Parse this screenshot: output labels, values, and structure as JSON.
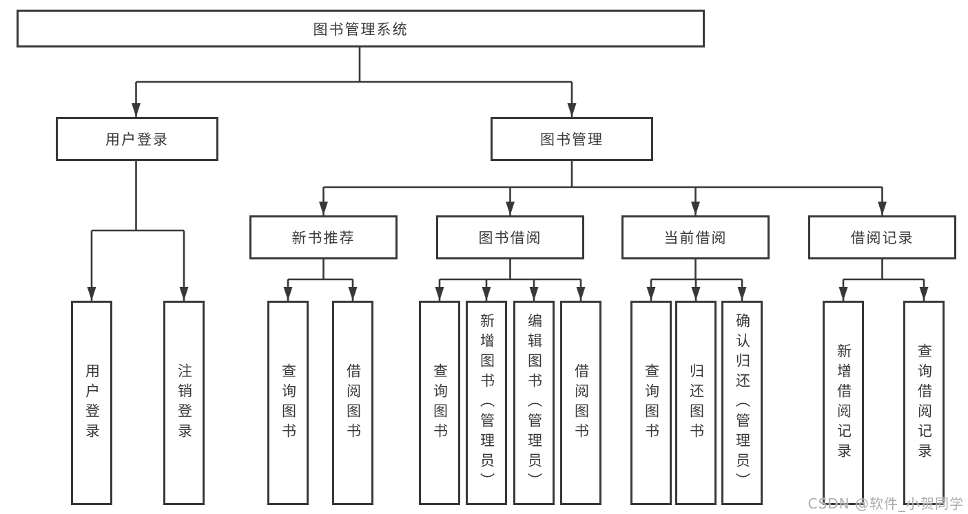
{
  "colors": {
    "line": "#383838",
    "text": "#3a3a3a",
    "box_background": "#ffffff",
    "page_background": "#ffffff",
    "watermark": "#ababab"
  },
  "tree": {
    "root": {
      "label": "图书管理系统"
    },
    "branches": [
      {
        "label": "用户登录",
        "children": [
          {
            "label": "用户登录"
          },
          {
            "label": "注销登录"
          }
        ]
      },
      {
        "label": "图书管理",
        "children": [
          {
            "label": "新书推荐",
            "children": [
              {
                "label": "查询图书"
              },
              {
                "label": "借阅图书"
              }
            ]
          },
          {
            "label": "图书借阅",
            "children": [
              {
                "label": "查询图书"
              },
              {
                "label": "新增图书（管理员）"
              },
              {
                "label": "编辑图书（管理员）"
              },
              {
                "label": "借阅图书"
              }
            ]
          },
          {
            "label": "当前借阅",
            "children": [
              {
                "label": "查询图书"
              },
              {
                "label": "归还图书"
              },
              {
                "label": "确认归还（管理员）"
              }
            ]
          },
          {
            "label": "借阅记录",
            "children": [
              {
                "label": "新增借阅记录"
              },
              {
                "label": "查询借阅记录"
              }
            ]
          }
        ]
      }
    ]
  },
  "watermark": {
    "text": "CSDN @软件_小贺同学"
  }
}
